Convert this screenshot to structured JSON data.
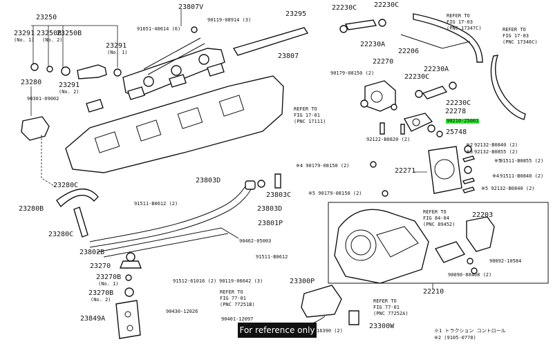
{
  "labels": [
    {
      "text": "23250",
      "cls": "big"
    },
    {
      "text": "23807V",
      "cls": "big"
    },
    {
      "text": "90119-08914 (3)",
      "cls": "sm"
    },
    {
      "text": "23295",
      "cls": "big"
    },
    {
      "text": "23291",
      "cls": "big"
    },
    {
      "text": "(No. 1)",
      "cls": "sm"
    },
    {
      "text": "23250B",
      "cls": "big"
    },
    {
      "text": "(No. 2)",
      "cls": "sm"
    },
    {
      "text": "91651-40614 (6)",
      "cls": "sm"
    },
    {
      "text": "23250B",
      "cls": "big"
    },
    {
      "text": "23291",
      "cls": "big"
    },
    {
      "text": "(No. 1)",
      "cls": "sm"
    },
    {
      "text": "23807",
      "cls": "big"
    },
    {
      "text": "23280",
      "cls": "big"
    },
    {
      "text": "23291",
      "cls": "big"
    },
    {
      "text": "(No. 2)",
      "cls": "sm"
    },
    {
      "text": "90301-09002",
      "cls": "sm"
    },
    {
      "text": "REFER TO",
      "cls": "ref"
    },
    {
      "text": "FIG 17-01",
      "cls": "ref"
    },
    {
      "text": "(PNC 17111)",
      "cls": "ref"
    },
    {
      "text": "22230C",
      "cls": "big"
    },
    {
      "text": "22230C",
      "cls": "big"
    },
    {
      "text": "REFER TO",
      "cls": "ref"
    },
    {
      "text": "FIG 17-03",
      "cls": "ref"
    },
    {
      "text": "(PNC 17347C)",
      "cls": "ref"
    },
    {
      "text": "REFER TO",
      "cls": "ref"
    },
    {
      "text": "FIG 17-03",
      "cls": "ref"
    },
    {
      "text": "(PNC 17346C)",
      "cls": "ref"
    },
    {
      "text": "22230A",
      "cls": "big"
    },
    {
      "text": "22206",
      "cls": "big"
    },
    {
      "text": "22270",
      "cls": "big"
    },
    {
      "text": "90179-08150 (2)",
      "cls": "sm"
    },
    {
      "text": "22230C",
      "cls": "big"
    },
    {
      "text": "22230A",
      "cls": "big"
    },
    {
      "text": "22230C",
      "cls": "big"
    },
    {
      "text": "22278",
      "cls": "big"
    },
    {
      "text": "90210-25001",
      "cls": "sm hl"
    },
    {
      "text": "25748",
      "cls": "big"
    },
    {
      "text": "92122-B0820 (2)",
      "cls": "sm"
    },
    {
      "text": "※2",
      "cls": "sm"
    },
    {
      "text": "92132-B0840 (2)",
      "cls": "sm"
    },
    {
      "text": "※3",
      "cls": "sm"
    },
    {
      "text": "92132-B0855 (2)",
      "cls": "sm"
    },
    {
      "text": "※4 90179-08150 (2)",
      "cls": "sm"
    },
    {
      "text": "22271",
      "cls": "big"
    },
    {
      "text": "※5",
      "cls": "sm"
    },
    {
      "text": "91511-B0855 (2)",
      "cls": "sm"
    },
    {
      "text": "※4",
      "cls": "sm"
    },
    {
      "text": "91511-B0840 (2)",
      "cls": "sm"
    },
    {
      "text": "※5 90179-08150 (2)",
      "cls": "sm"
    },
    {
      "text": "※5 92132-B0840 (2)",
      "cls": "sm"
    },
    {
      "text": "23280C",
      "cls": "big"
    },
    {
      "text": "23803D",
      "cls": "big"
    },
    {
      "text": "23803C",
      "cls": "big"
    },
    {
      "text": "23280B",
      "cls": "big"
    },
    {
      "text": "91511-B0612 (2)",
      "cls": "sm"
    },
    {
      "text": "23803D",
      "cls": "big"
    },
    {
      "text": "23801P",
      "cls": "big"
    },
    {
      "text": "23280C",
      "cls": "big"
    },
    {
      "text": "REFER TO",
      "cls": "ref"
    },
    {
      "text": "FIG 84-04",
      "cls": "ref"
    },
    {
      "text": "(PNC 89452)",
      "cls": "ref"
    },
    {
      "text": "22203",
      "cls": "big"
    },
    {
      "text": "23802B",
      "cls": "big"
    },
    {
      "text": "90462-05003",
      "cls": "sm"
    },
    {
      "text": "91511-B0612",
      "cls": "sm"
    },
    {
      "text": "23270",
      "cls": "big"
    },
    {
      "text": "90092-10584",
      "cls": "sm"
    },
    {
      "text": "90090-80408 (2)",
      "cls": "sm"
    },
    {
      "text": "23270B",
      "cls": "big"
    },
    {
      "text": "(No. 1)",
      "cls": "sm"
    },
    {
      "text": "91512-61016 (2)",
      "cls": "sm"
    },
    {
      "text": "90119-06642 (3)",
      "cls": "sm"
    },
    {
      "text": "23300P",
      "cls": "big"
    },
    {
      "text": "22210",
      "cls": "big"
    },
    {
      "text": "23270B",
      "cls": "big"
    },
    {
      "text": "(No. 2)",
      "cls": "sm"
    },
    {
      "text": "REFER TO",
      "cls": "ref"
    },
    {
      "text": "FIG 77-01",
      "cls": "ref"
    },
    {
      "text": "(PNC 77251B)",
      "cls": "ref"
    },
    {
      "text": "REFER TO",
      "cls": "ref"
    },
    {
      "text": "FIG 77-01",
      "cls": "ref"
    },
    {
      "text": "(PNC 77252A)",
      "cls": "ref"
    },
    {
      "text": "23849A",
      "cls": "big"
    },
    {
      "text": "90430-12026",
      "cls": "sm"
    },
    {
      "text": "90401-12097",
      "cls": "sm"
    },
    {
      "text": "16390 (2)",
      "cls": "sm"
    },
    {
      "text": "23300W",
      "cls": "big"
    },
    {
      "text": "※1 トラクション コントロール",
      "cls": "sm"
    },
    {
      "text": "※2 (9105-0778)",
      "cls": "sm"
    }
  ],
  "watermark": "For reference only"
}
